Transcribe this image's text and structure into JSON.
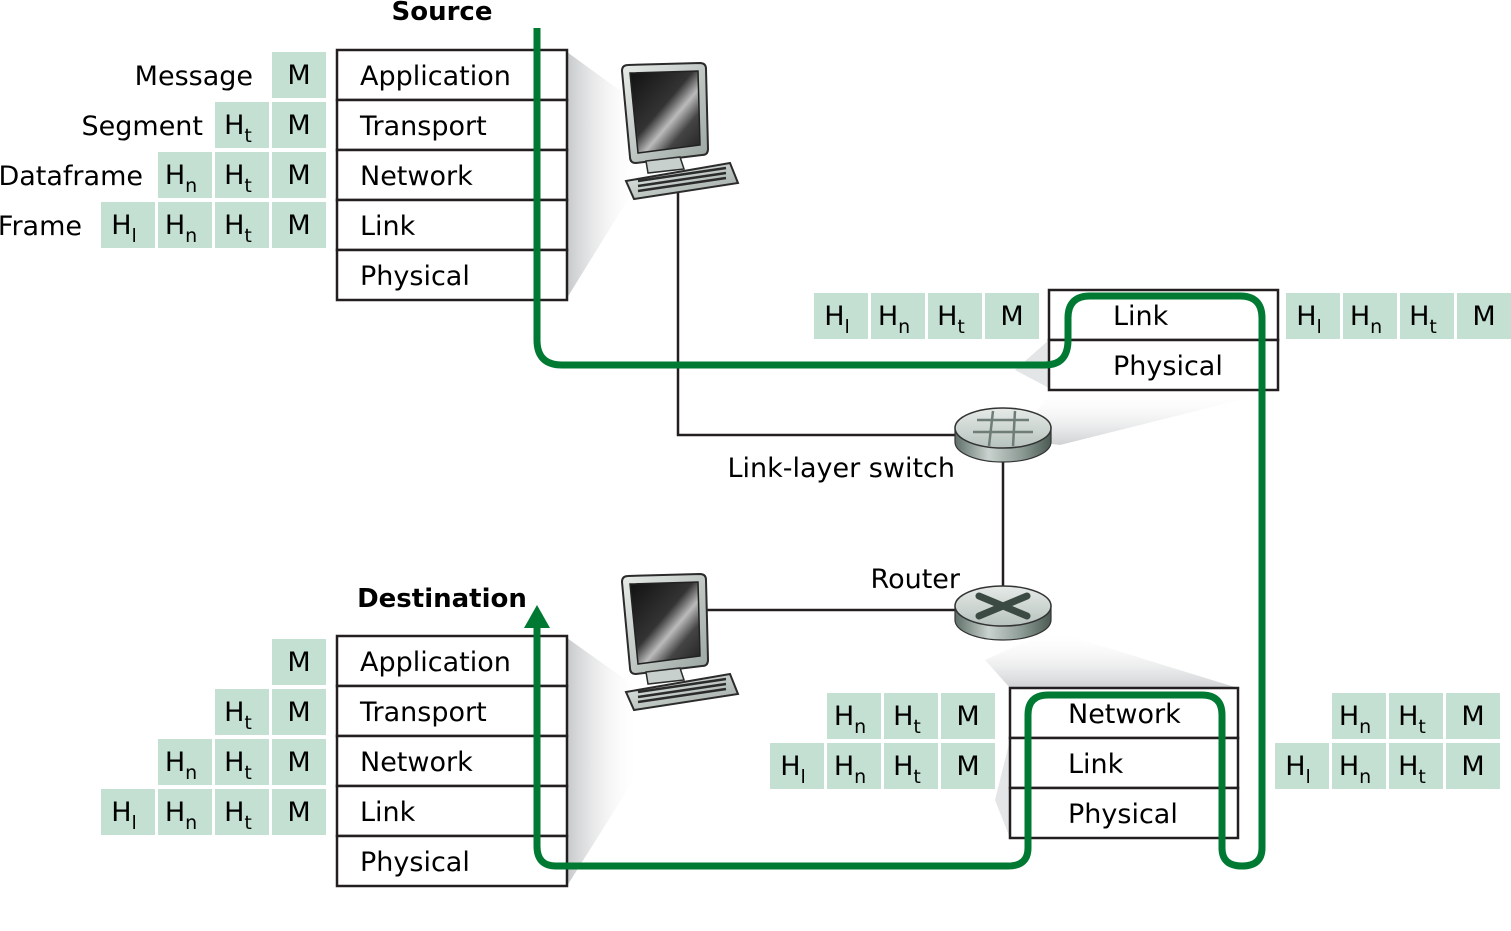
{
  "colors": {
    "path_green": "#007a33",
    "header_fill": "#c3e0d3",
    "box_stroke": "#231f20",
    "shadow": "#d4d6d8"
  },
  "source": {
    "title": "Source",
    "layers": [
      "Application",
      "Transport",
      "Network",
      "Link",
      "Physical"
    ],
    "pdu_labels": [
      "Message",
      "Segment",
      "Dataframe",
      "Frame"
    ],
    "pdus": [
      [
        {
          "b": "M",
          "s": ""
        }
      ],
      [
        {
          "b": "H",
          "s": "t"
        },
        {
          "b": "M",
          "s": ""
        }
      ],
      [
        {
          "b": "H",
          "s": "n"
        },
        {
          "b": "H",
          "s": "t"
        },
        {
          "b": "M",
          "s": ""
        }
      ],
      [
        {
          "b": "H",
          "s": "l"
        },
        {
          "b": "H",
          "s": "n"
        },
        {
          "b": "H",
          "s": "t"
        },
        {
          "b": "M",
          "s": ""
        }
      ]
    ]
  },
  "destination": {
    "title": "Destination",
    "layers": [
      "Application",
      "Transport",
      "Network",
      "Link",
      "Physical"
    ],
    "pdus": [
      [
        {
          "b": "M",
          "s": ""
        }
      ],
      [
        {
          "b": "H",
          "s": "t"
        },
        {
          "b": "M",
          "s": ""
        }
      ],
      [
        {
          "b": "H",
          "s": "n"
        },
        {
          "b": "H",
          "s": "t"
        },
        {
          "b": "M",
          "s": ""
        }
      ],
      [
        {
          "b": "H",
          "s": "l"
        },
        {
          "b": "H",
          "s": "n"
        },
        {
          "b": "H",
          "s": "t"
        },
        {
          "b": "M",
          "s": ""
        }
      ]
    ]
  },
  "switch": {
    "label": "Link-layer switch",
    "layers": [
      "Link",
      "Physical"
    ],
    "pdu_in": [
      [
        {
          "b": "H",
          "s": "l"
        },
        {
          "b": "H",
          "s": "n"
        },
        {
          "b": "H",
          "s": "t"
        },
        {
          "b": "M",
          "s": ""
        }
      ]
    ],
    "pdu_out": [
      [
        {
          "b": "H",
          "s": "l"
        },
        {
          "b": "H",
          "s": "n"
        },
        {
          "b": "H",
          "s": "t"
        },
        {
          "b": "M",
          "s": ""
        }
      ]
    ]
  },
  "router": {
    "label": "Router",
    "layers": [
      "Network",
      "Link",
      "Physical"
    ],
    "pdu_in": [
      [
        {
          "b": "H",
          "s": "n"
        },
        {
          "b": "H",
          "s": "t"
        },
        {
          "b": "M",
          "s": ""
        }
      ],
      [
        {
          "b": "H",
          "s": "l"
        },
        {
          "b": "H",
          "s": "n"
        },
        {
          "b": "H",
          "s": "t"
        },
        {
          "b": "M",
          "s": ""
        }
      ]
    ],
    "pdu_out": [
      [
        {
          "b": "H",
          "s": "n"
        },
        {
          "b": "H",
          "s": "t"
        },
        {
          "b": "M",
          "s": ""
        }
      ],
      [
        {
          "b": "H",
          "s": "l"
        },
        {
          "b": "H",
          "s": "n"
        },
        {
          "b": "H",
          "s": "t"
        },
        {
          "b": "M",
          "s": ""
        }
      ]
    ]
  },
  "icons": {
    "source_host": "computer-icon",
    "destination_host": "computer-icon",
    "switch": "switch-icon",
    "router": "router-icon"
  }
}
